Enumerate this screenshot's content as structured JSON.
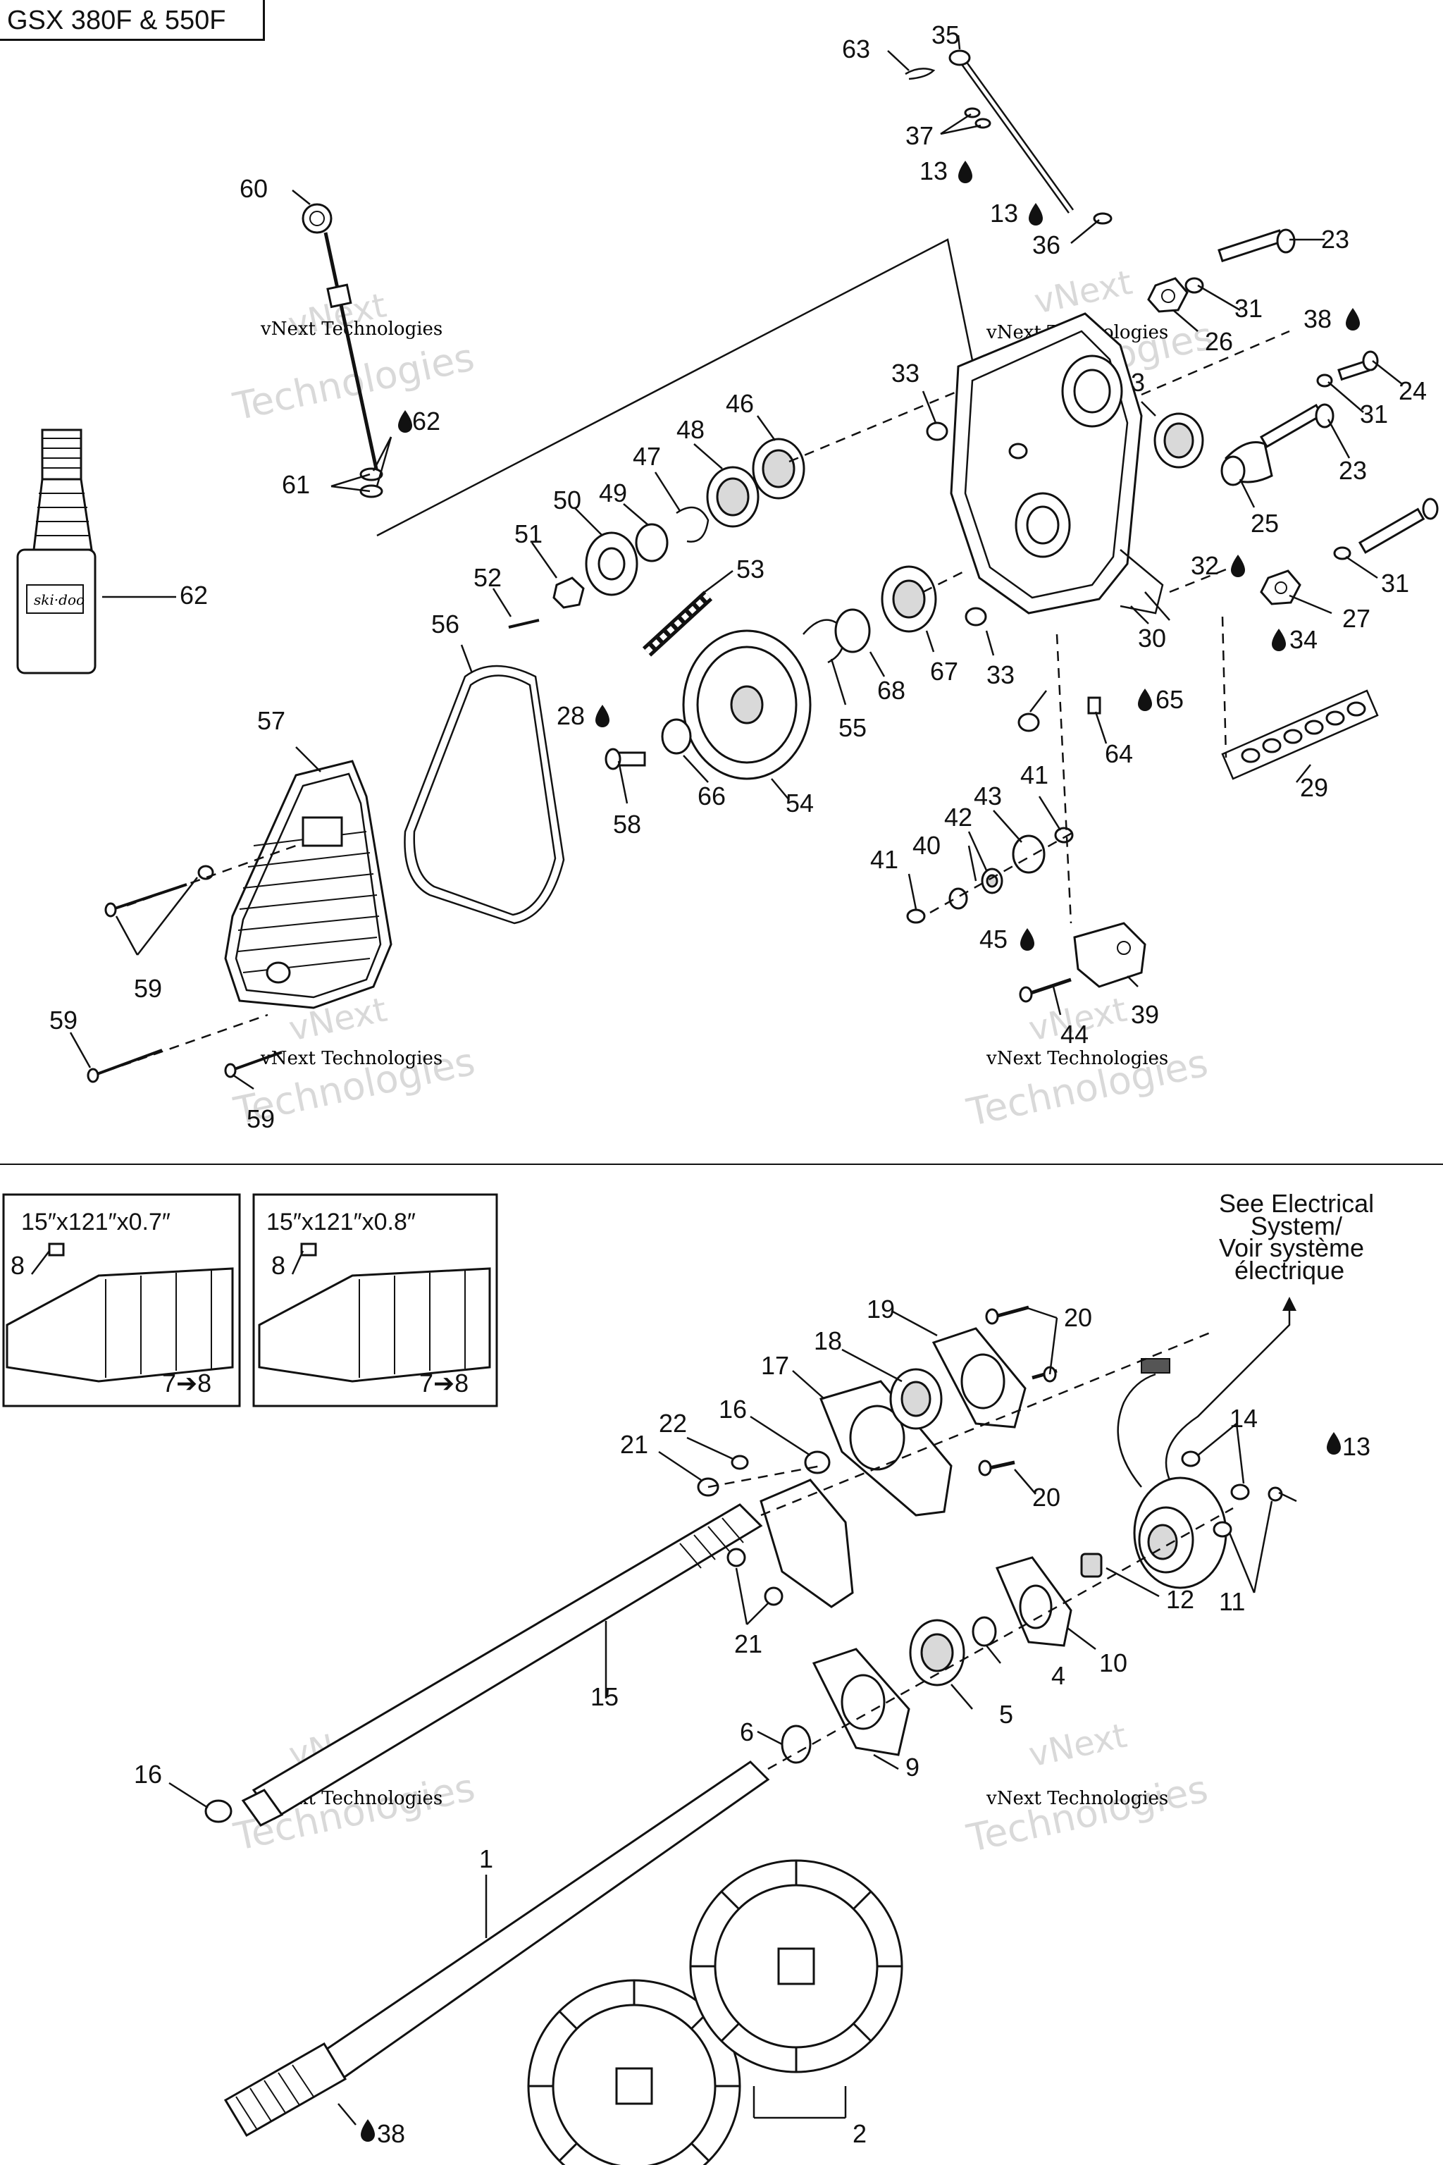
{
  "title": "GSX 380F & 550F",
  "watermark": {
    "line1": "vNext",
    "line2": "Technologies",
    "small": "vNext Technologies"
  },
  "callouts_top": [
    "63",
    "35",
    "37",
    "13",
    "13",
    "36",
    "23",
    "31",
    "26",
    "38",
    "24",
    "31",
    "23",
    "25",
    "60",
    "62",
    "61",
    "62",
    "33",
    "3",
    "46",
    "48",
    "47",
    "50",
    "49",
    "51",
    "52",
    "53",
    "56",
    "28",
    "58",
    "66",
    "54",
    "55",
    "68",
    "67",
    "33",
    "64",
    "65",
    "30",
    "32",
    "27",
    "34",
    "31",
    "29",
    "57",
    "59",
    "59",
    "59",
    "41",
    "43",
    "42",
    "40",
    "41",
    "45",
    "39",
    "44"
  ],
  "callouts_bottom": [
    "8",
    "7➔8",
    "8",
    "7➔8",
    "19",
    "20",
    "18",
    "17",
    "16",
    "22",
    "21",
    "20",
    "21",
    "15",
    "14",
    "13",
    "11",
    "12",
    "10",
    "4",
    "5",
    "6",
    "9",
    "16",
    "1",
    "2",
    "38"
  ],
  "insets": [
    {
      "label": "15″x121″x0.7″"
    },
    {
      "label": "15″x121″x0.8″"
    }
  ],
  "note": {
    "line1": "See Electrical",
    "line2": "System/",
    "line3": "Voir système",
    "line4": "électrique"
  }
}
